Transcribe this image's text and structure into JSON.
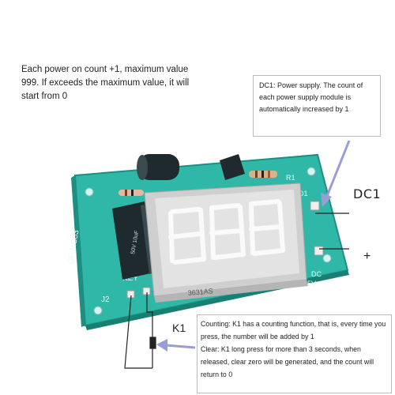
{
  "notes": {
    "top": "Each power on count +1, maximum value 999. If exceeds the maximum value, it will start from 0",
    "dc1_callout": "DC1: Power supply. The count of each power supply module is automatically increased by 1",
    "k1_callout_line1": "Counting: K1 has a counting function, that is, every time you press, the number will be added by 1",
    "k1_callout_line2": "Clear: K1 long press for more than 3 seconds, when released, clear zero will be generated, and the count will return to 0"
  },
  "labels": {
    "dc1": "DC1",
    "plus": "+",
    "k1": "K1"
  },
  "board_text": {
    "model": "QF-MC03",
    "key": "KEY",
    "j2": "J2",
    "d1": "D1",
    "r1": "R1",
    "dc_range": "6-25V",
    "dc": "DC",
    "display_part": "3631AS",
    "cap_rating": "50V 10uF"
  },
  "colors": {
    "pcb": "#2fb8a8",
    "pcb_dark": "#1c8f82",
    "display_body": "#d8d8d8",
    "segment": "#e7e7e7",
    "accent_arrow": "#9a9cd6"
  }
}
